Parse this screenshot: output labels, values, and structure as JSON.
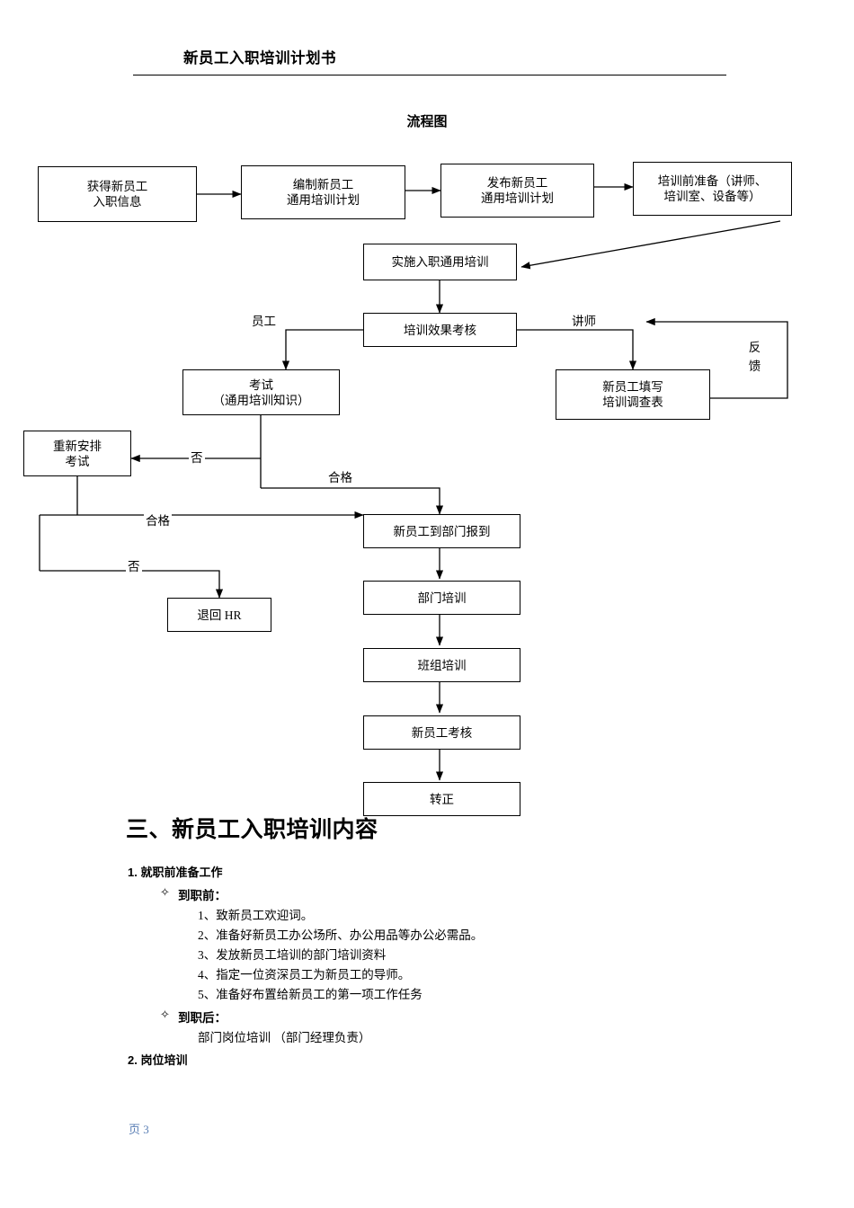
{
  "header": {
    "title": "新员工入职培训计划书"
  },
  "flow_title": "流程图",
  "flowchart": {
    "nodes": [
      {
        "id": "n1",
        "label": "获得新员工\n入职信息"
      },
      {
        "id": "n2",
        "label": "编制新员工\n通用培训计划"
      },
      {
        "id": "n3",
        "label": "发布新员工\n通用培训计划"
      },
      {
        "id": "n4",
        "label": "培训前准备（讲师、\n培训室、设备等）"
      },
      {
        "id": "n5",
        "label": "实施入职通用培训"
      },
      {
        "id": "n6",
        "label": "培训效果考核"
      },
      {
        "id": "n7",
        "label": "考试\n（通用培训知识）"
      },
      {
        "id": "n8",
        "label": "新员工填写\n培训调查表"
      },
      {
        "id": "n9",
        "label": "重新安排\n考试"
      },
      {
        "id": "n10",
        "label": "新员工到部门报到"
      },
      {
        "id": "n11",
        "label": "退回 HR"
      },
      {
        "id": "n12",
        "label": "部门培训"
      },
      {
        "id": "n13",
        "label": "班组培训"
      },
      {
        "id": "n14",
        "label": "新员工考核"
      },
      {
        "id": "n15",
        "label": "转正"
      }
    ],
    "edge_labels": {
      "employee": "员工",
      "trainer": "讲师",
      "feedback": "反\n馈",
      "fail_exam": "否",
      "pass_exam": "合格",
      "pass_retake": "合格",
      "fail_retake": "否"
    }
  },
  "section": {
    "heading": "三、新员工入职培训内容",
    "item1_title": "1. 就职前准备工作",
    "before_title": "到职前：",
    "before_bullet": "✧",
    "before_items": [
      "1、致新员工欢迎词。",
      "2、准备好新员工办公场所、办公用品等办公必需品。",
      "3、发放新员工培训的部门培训资料",
      "4、指定一位资深员工为新员工的导师。",
      "5、准备好布置给新员工的第一项工作任务"
    ],
    "after_title": "到职后：",
    "after_bullet": "✧",
    "after_note": "部门岗位培训 （部门经理负责）",
    "item2_title": "2.  岗位培训"
  },
  "footer": {
    "page_label": "页 3"
  }
}
